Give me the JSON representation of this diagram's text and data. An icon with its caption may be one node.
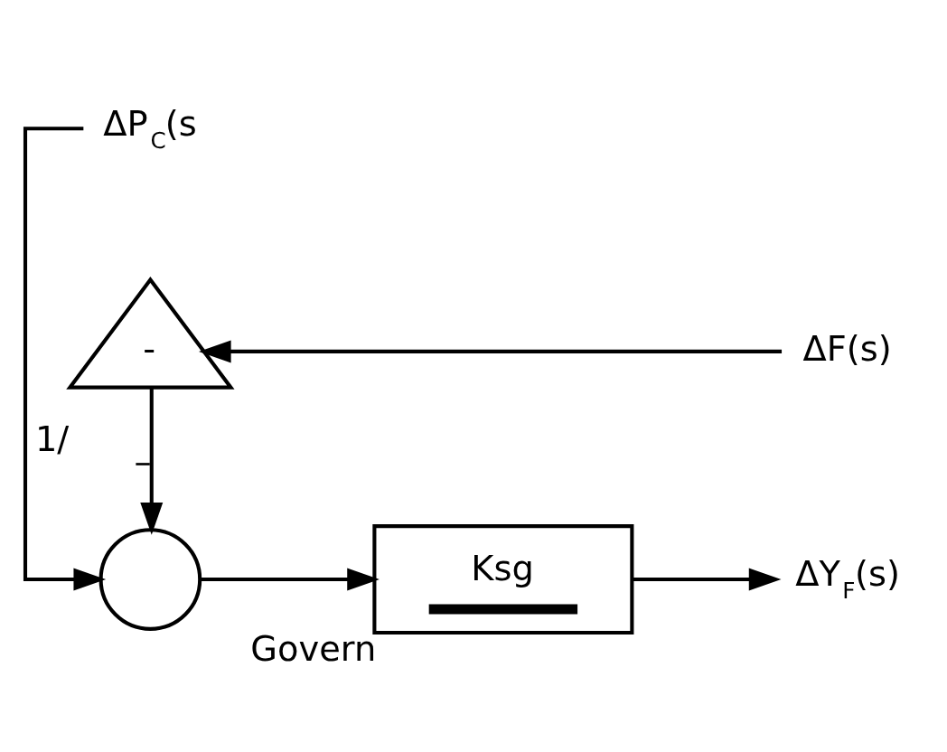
{
  "diagram": {
    "nodes": [
      {
        "text": [
          "ΔP$_{C}$(s"
        ]
      },
      {
        "text": [],
        "shape": "circle"
      },
      {
        "text": [
          "Ksg"
        ],
        "beside": [
          "Govern"
        ]
      },
      {
        "text": [
          "ΔY$_{F}$(s)"
        ]
      },
      {
        "text": [
          "-"
        ],
        "beside": [
          "1/"
        ]
      },
      {
        "text": [
          "ΔF(s)"
        ]
      }
    ],
    "edges": [
      {
        "from": 0,
        "to": 1,
        "arrow": "to"
      },
      {
        "from": 1,
        "to": 2,
        "arrow": "to"
      },
      {
        "from": 2,
        "to": 3,
        "arrow": "to"
      },
      {
        "from": 4,
        "to": 1,
        "arrow": "to",
        "label": "–"
      },
      {
        "from": 5,
        "to": 4,
        "arrow": "to"
      }
    ]
  }
}
